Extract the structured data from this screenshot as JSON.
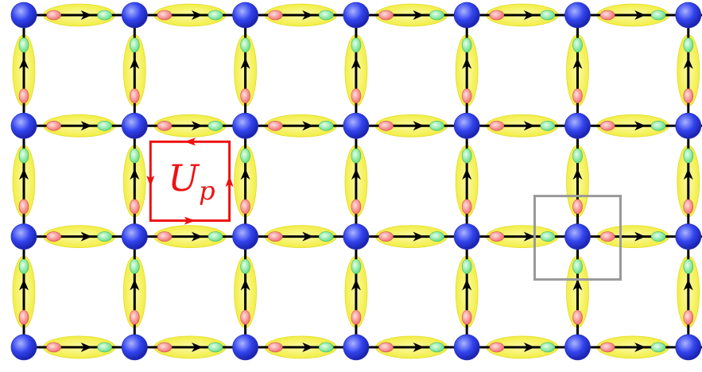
{
  "diagram": {
    "type": "square-lattice",
    "rows": 4,
    "columns": 7,
    "partial_column_at_right_edge": true,
    "colors": {
      "site": "#3344ee",
      "site_highlight": "#aab4ff",
      "link_ellipse": "#f2ee44",
      "link_ellipse_glow": "#fbfaa8",
      "link_line": "#000000",
      "start_node": "#f07070",
      "end_node": "#66dd88",
      "plaquette_loop": "#ee1111",
      "highlight_box": "#999999"
    },
    "link_arrows": {
      "horizontal": "left-to-right",
      "vertical": "bottom-to-top"
    },
    "plaquette": {
      "label_base": "U",
      "label_subscript": "p",
      "orientation": "counter-clockwise",
      "cell": {
        "row": 1,
        "column": 1
      }
    },
    "highlighted_vertex": {
      "row": 2,
      "column": 5
    }
  }
}
